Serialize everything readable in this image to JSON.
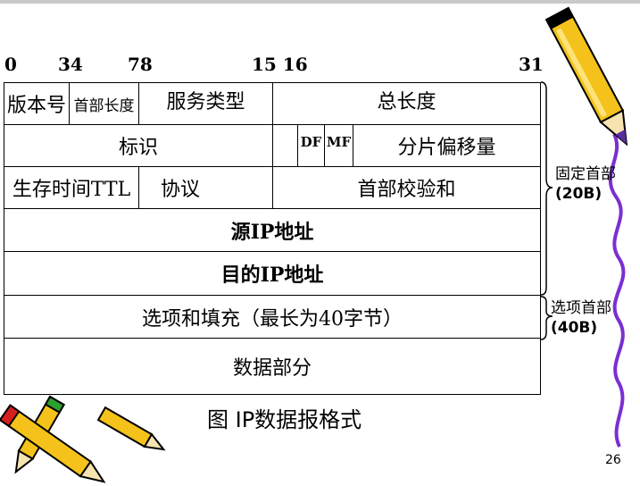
{
  "bit_positions": {
    "b0": "0",
    "b34": "34",
    "b78": "78",
    "b1516": "15 16",
    "b31": "31"
  },
  "rows": {
    "r1": {
      "version": "版本号",
      "header_len": "首部长度",
      "service": "服务类型",
      "total_len": "总长度"
    },
    "r2": {
      "ident": "标识",
      "df": "DF",
      "mf": "MF",
      "frag": "分片偏移量"
    },
    "r3": {
      "ttl": "生存时间TTL",
      "protocol": "协议",
      "checksum": "首部校验和"
    },
    "r4": {
      "src": "源IP地址"
    },
    "r5": {
      "dst": "目的IP地址"
    },
    "r6": {
      "options": "选项和填充（最长为40字节）"
    },
    "r7": {
      "data": "数据部分"
    }
  },
  "brace_labels": {
    "fixed_line1": "固定首部",
    "fixed_line2": "(20B)",
    "option_line1": "选项首部",
    "option_line2": "(40B)"
  },
  "caption": "图 IP数据报格式",
  "page_number": "26"
}
